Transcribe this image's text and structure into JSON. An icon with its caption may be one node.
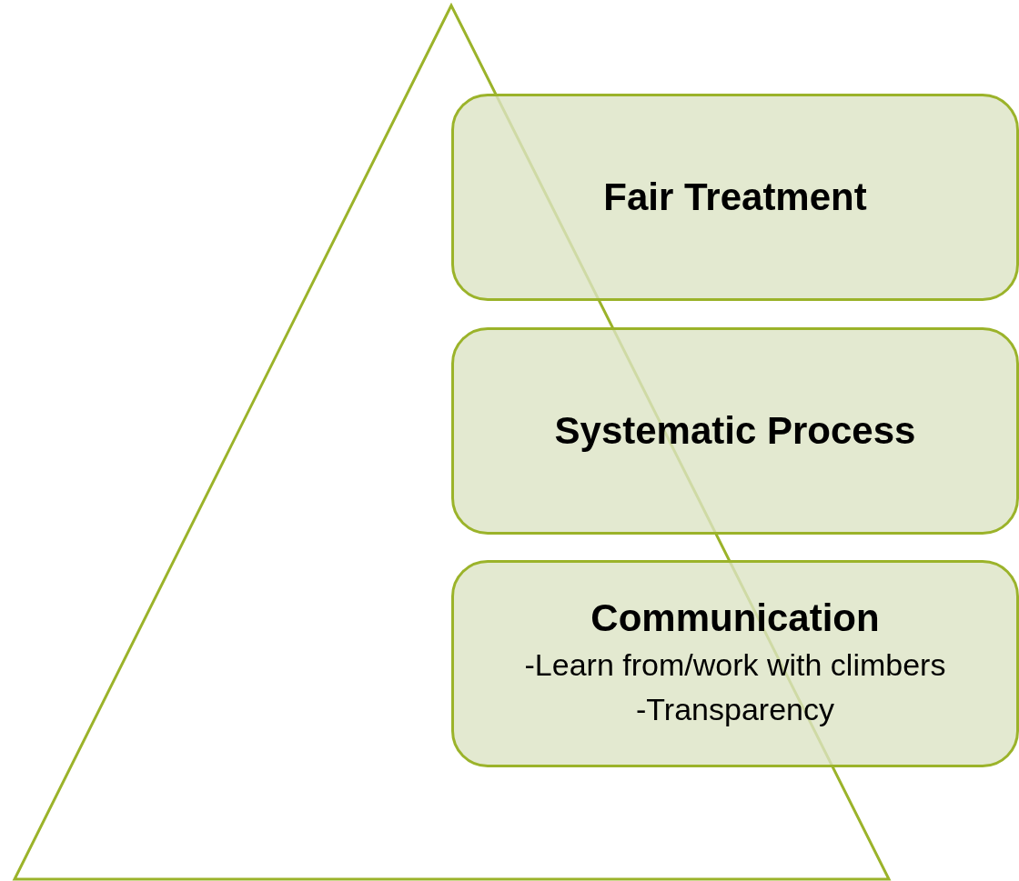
{
  "diagram": {
    "nodes": [
      {
        "text": [
          "Fair Treatment"
        ]
      },
      {
        "text": [
          "Systematic Process"
        ]
      },
      {
        "text": [
          "Communication",
          "-Learn from/work with climbers",
          "-Transparency"
        ]
      }
    ]
  }
}
